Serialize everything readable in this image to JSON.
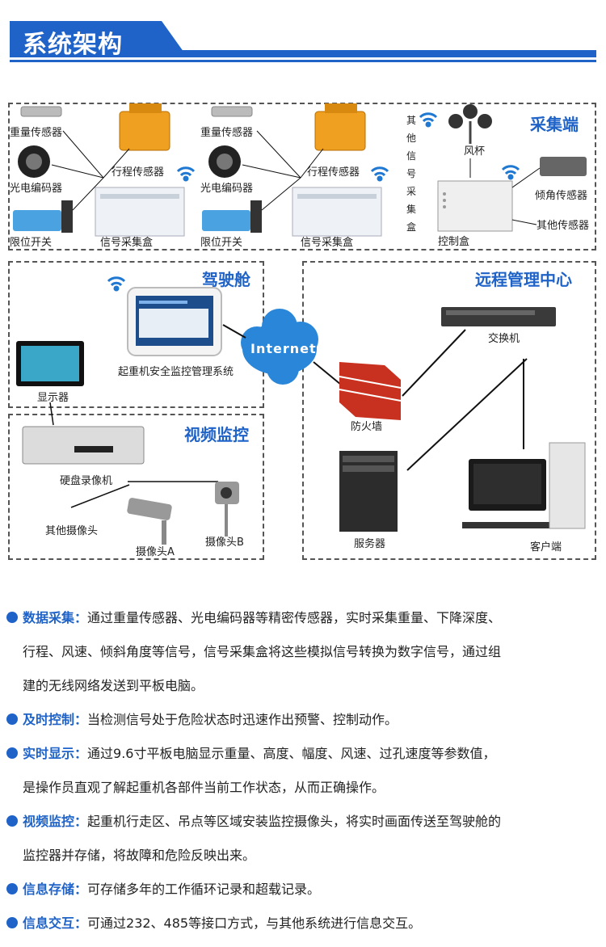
{
  "header": {
    "title": "系统架构"
  },
  "acquisition": {
    "title": "采集端",
    "group1": {
      "weight": "重量传感器",
      "encoder": "光电编码器",
      "limit": "限位开关",
      "stroke": "行程传感器",
      "box": "信号采集盒"
    },
    "group2": {
      "weight": "重量传感器",
      "encoder": "光电编码器",
      "limit": "限位开关",
      "stroke": "行程传感器",
      "box": "信号采集盒"
    },
    "other_sensors_vertical": "其他信号采集盒",
    "anemometer": "风杯",
    "tilt": "倾角传感器",
    "other": "其他传感器",
    "control_box": "控制盒"
  },
  "cab": {
    "title": "驾驶舱",
    "tablet": "起重机安全监控管理系统",
    "monitor": "显示器",
    "internet": "Internet"
  },
  "remote": {
    "title": "远程管理中心",
    "switch": "交换机",
    "firewall": "防火墙",
    "server": "服务器",
    "client": "客户端"
  },
  "video": {
    "title": "视频监控",
    "dvr": "硬盘录像机",
    "other_cam": "其他摄像头",
    "cam_a": "摄像头A",
    "cam_b": "摄像头B"
  },
  "features": [
    {
      "key": "数据采集：",
      "text": "通过重量传感器、光电编码器等精密传感器，实时采集重量、下降深度、"
    },
    {
      "key": "",
      "text": "行程、风速、倾斜角度等信号，信号采集盒将这些模拟信号转换为数字信号，通过组"
    },
    {
      "key": "",
      "text": "建的无线网络发送到平板电脑。"
    },
    {
      "key": "及时控制：",
      "text": "当检测信号处于危险状态时迅速作出预警、控制动作。"
    },
    {
      "key": "实时显示：",
      "text": "通过9.6寸平板电脑显示重量、高度、幅度、风速、过孔速度等参数值，"
    },
    {
      "key": "",
      "text": "是操作员直观了解起重机各部件当前工作状态，从而正确操作。"
    },
    {
      "key": "视频监控：",
      "text": "起重机行走区、吊点等区域安装监控摄像头，将实时画面传送至驾驶舱的"
    },
    {
      "key": "",
      "text": "监控器并存储，将故障和危险反映出来。"
    },
    {
      "key": "信息存储：",
      "text": "可存储多年的工作循环记录和超载记录。"
    },
    {
      "key": "信息交互：",
      "text": "可通过232、485等接口方式，与其他系统进行信息交互。"
    }
  ]
}
